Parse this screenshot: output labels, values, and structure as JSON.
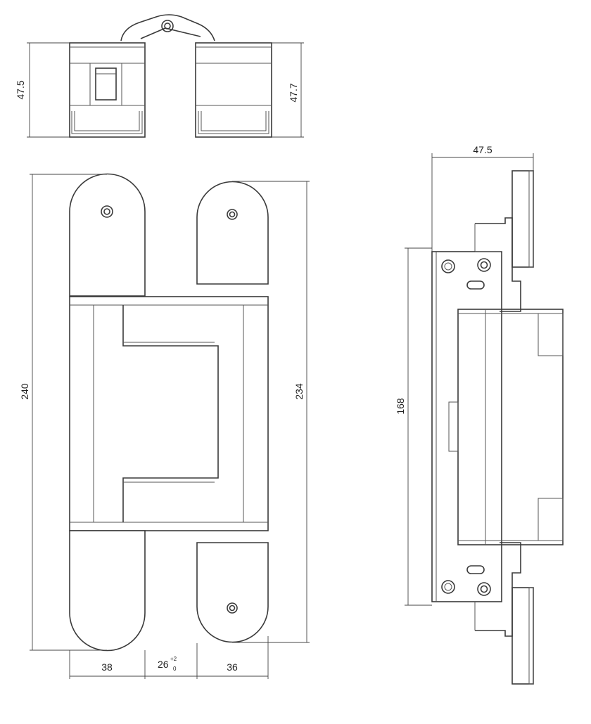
{
  "dimensions": {
    "top_left_height": "47.5",
    "top_right_height": "47.7",
    "front_total_height": "240",
    "front_leaf_height": "234",
    "width_left": "38",
    "gap_value": "26",
    "gap_tol_upper": "+2",
    "gap_tol_lower": "0",
    "width_right": "36",
    "side_depth": "47.5",
    "side_height": "168"
  }
}
